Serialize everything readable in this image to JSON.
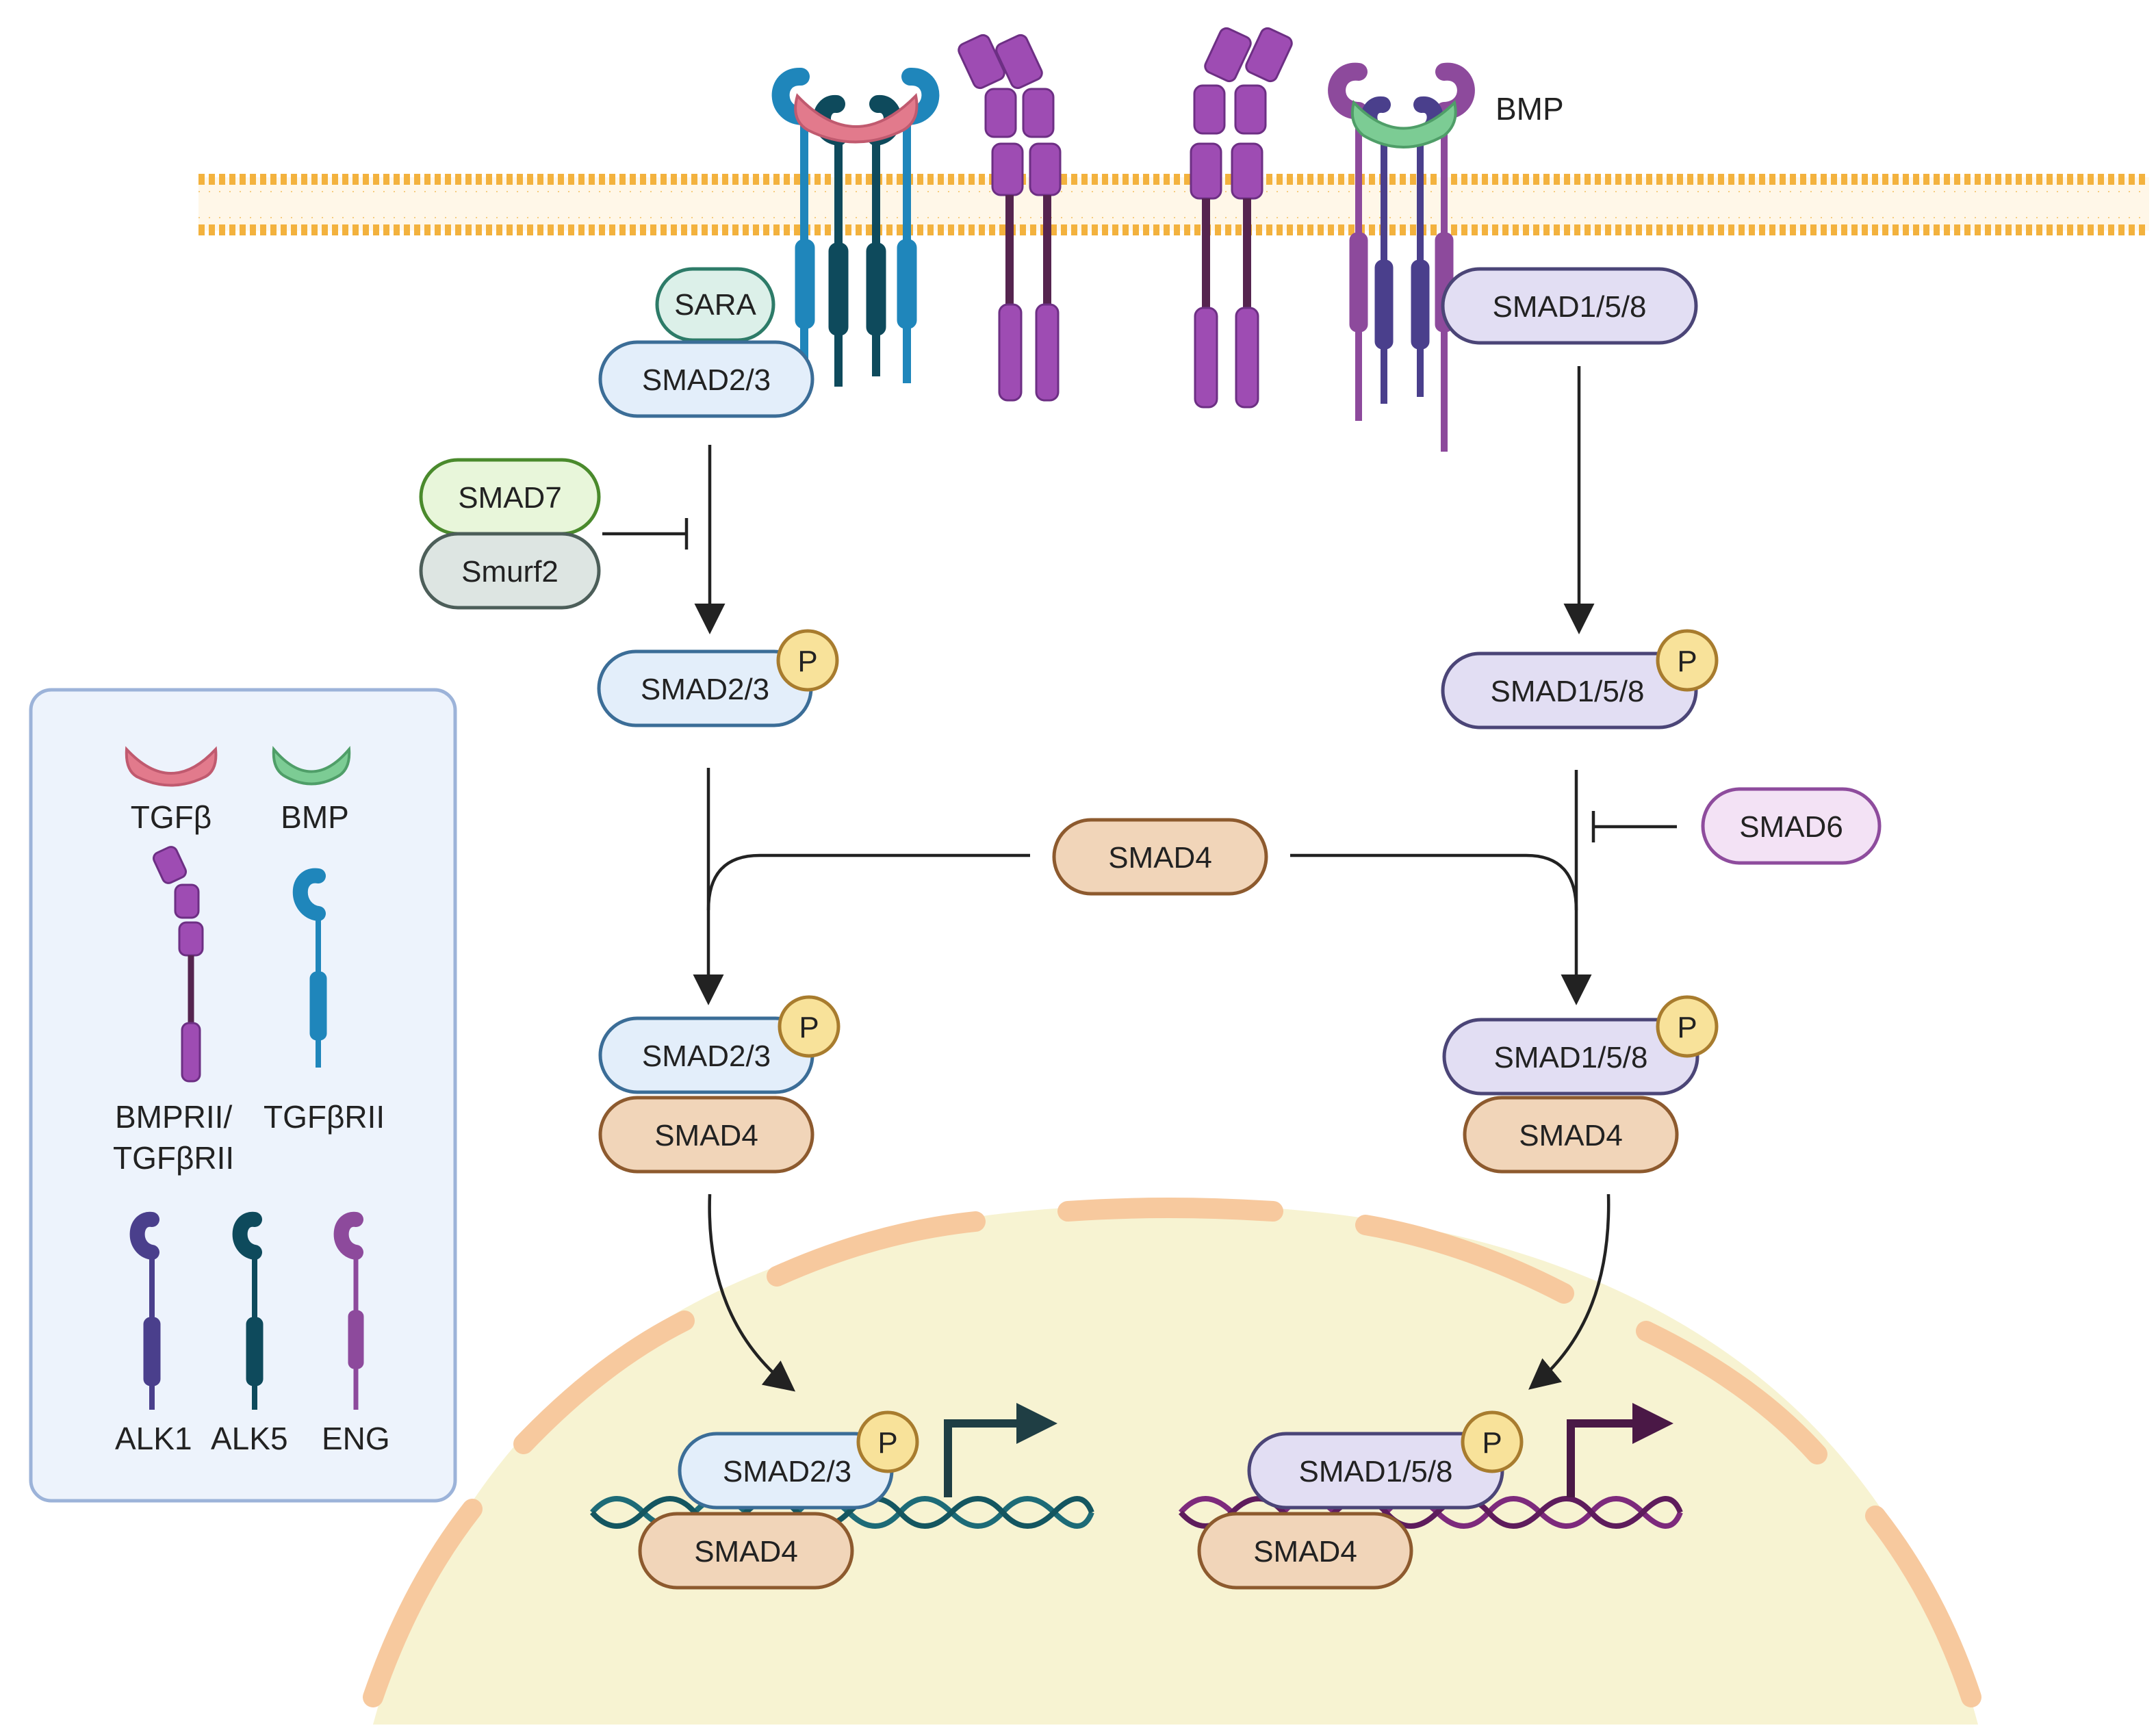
{
  "colors": {
    "membrane": "#f3b23e",
    "nucleus_fill": "#f7f3d2",
    "nuclear_envelope": "#f7c99e",
    "tgfb_ligand": "#e27a8c",
    "bmp_ligand": "#7ccc94",
    "receptor_purple": "#9e4cb3",
    "receptor_purple_dark": "#55244f",
    "alk1": "#4a3f8c",
    "alk5": "#0e4a5c",
    "tgfbrii": "#1f86bb",
    "eng": "#8d4a9c",
    "smad23_fill": "#e3eefa",
    "smad23_stroke": "#3b6d97",
    "smad158_fill": "#e2def3",
    "smad158_stroke": "#4b4577",
    "smad4_fill": "#f1d5b9",
    "smad4_stroke": "#8d5a2e",
    "sara_fill": "#dcf0e9",
    "sara_stroke": "#2d7b68",
    "smad7_fill": "#e8f6da",
    "smad7_stroke": "#4a8a2c",
    "smurf2_fill": "#dde5e2",
    "smurf2_stroke": "#4c5e59",
    "smad6_fill": "#f3e2f5",
    "smad6_stroke": "#8e4c9d",
    "phospho_fill": "#f8e29a",
    "phospho_stroke": "#a87c2e",
    "dna_teal": "#1d6b77",
    "dna_purple": "#7d2a7c",
    "legend_fill": "#edf3fc",
    "legend_stroke": "#9cb3d9"
  },
  "labels": {
    "bmp_top": "BMP",
    "sara": "SARA",
    "smad23": "SMAD2/3",
    "smad158": "SMAD1/5/8",
    "smad4": "SMAD4",
    "smad7": "SMAD7",
    "smurf2": "Smurf2",
    "smad6": "SMAD6",
    "phospho": "P"
  },
  "legend": {
    "tgfb": "TGFβ",
    "bmp": "BMP",
    "bmprii_line1": "BMPRII/",
    "bmprii_line2": "TGFβRII",
    "tgfbrii": "TGFβRII",
    "alk1": "ALK1",
    "alk5": "ALK5",
    "eng": "ENG"
  }
}
